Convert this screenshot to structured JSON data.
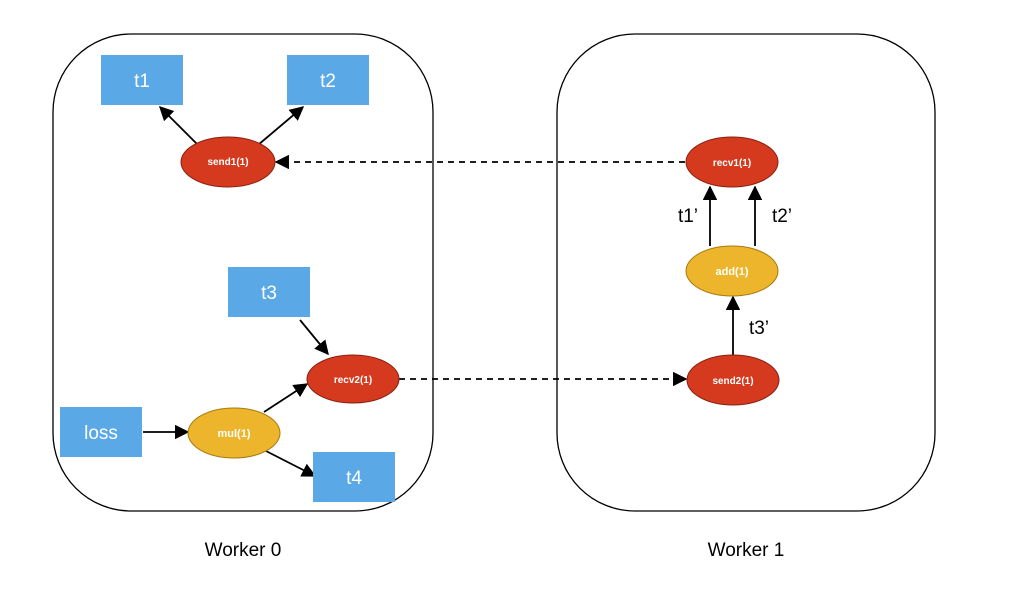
{
  "colors": {
    "tensor_box": "#5aa9e6",
    "send_recv_node": "#d53a1f",
    "op_node": "#ecb52b",
    "frame_stroke": "#000000",
    "edge": "#000000"
  },
  "workers": [
    {
      "caption": "Worker 0"
    },
    {
      "caption": "Worker 1"
    }
  ],
  "tensors": {
    "t1": "t1",
    "t2": "t2",
    "t3": "t3",
    "t4": "t4",
    "loss": "loss"
  },
  "ops": {
    "send1": "send1(1)",
    "recv2": "recv2(1)",
    "mul": "mul(1)",
    "recv1": "recv1(1)",
    "add": "add(1)",
    "send2": "send2(1)"
  },
  "edge_labels": {
    "t1_prime": "t1’",
    "t2_prime": "t2’",
    "t3_prime": "t3’"
  },
  "edges": [
    {
      "from": "send1",
      "to": "t1",
      "style": "solid"
    },
    {
      "from": "send1",
      "to": "t2",
      "style": "solid"
    },
    {
      "from": "recv1",
      "to": "send1",
      "style": "dashed"
    },
    {
      "from": "t3",
      "to": "recv2",
      "style": "solid"
    },
    {
      "from": "loss",
      "to": "mul",
      "style": "solid"
    },
    {
      "from": "mul",
      "to": "recv2",
      "style": "solid"
    },
    {
      "from": "mul",
      "to": "t4",
      "style": "solid"
    },
    {
      "from": "recv2",
      "to": "send2",
      "style": "dashed"
    },
    {
      "from": "add",
      "to": "recv1",
      "style": "solid",
      "label": "t1_prime"
    },
    {
      "from": "add",
      "to": "recv1",
      "style": "solid",
      "label": "t2_prime"
    },
    {
      "from": "send2",
      "to": "add",
      "style": "solid",
      "label": "t3_prime"
    }
  ]
}
